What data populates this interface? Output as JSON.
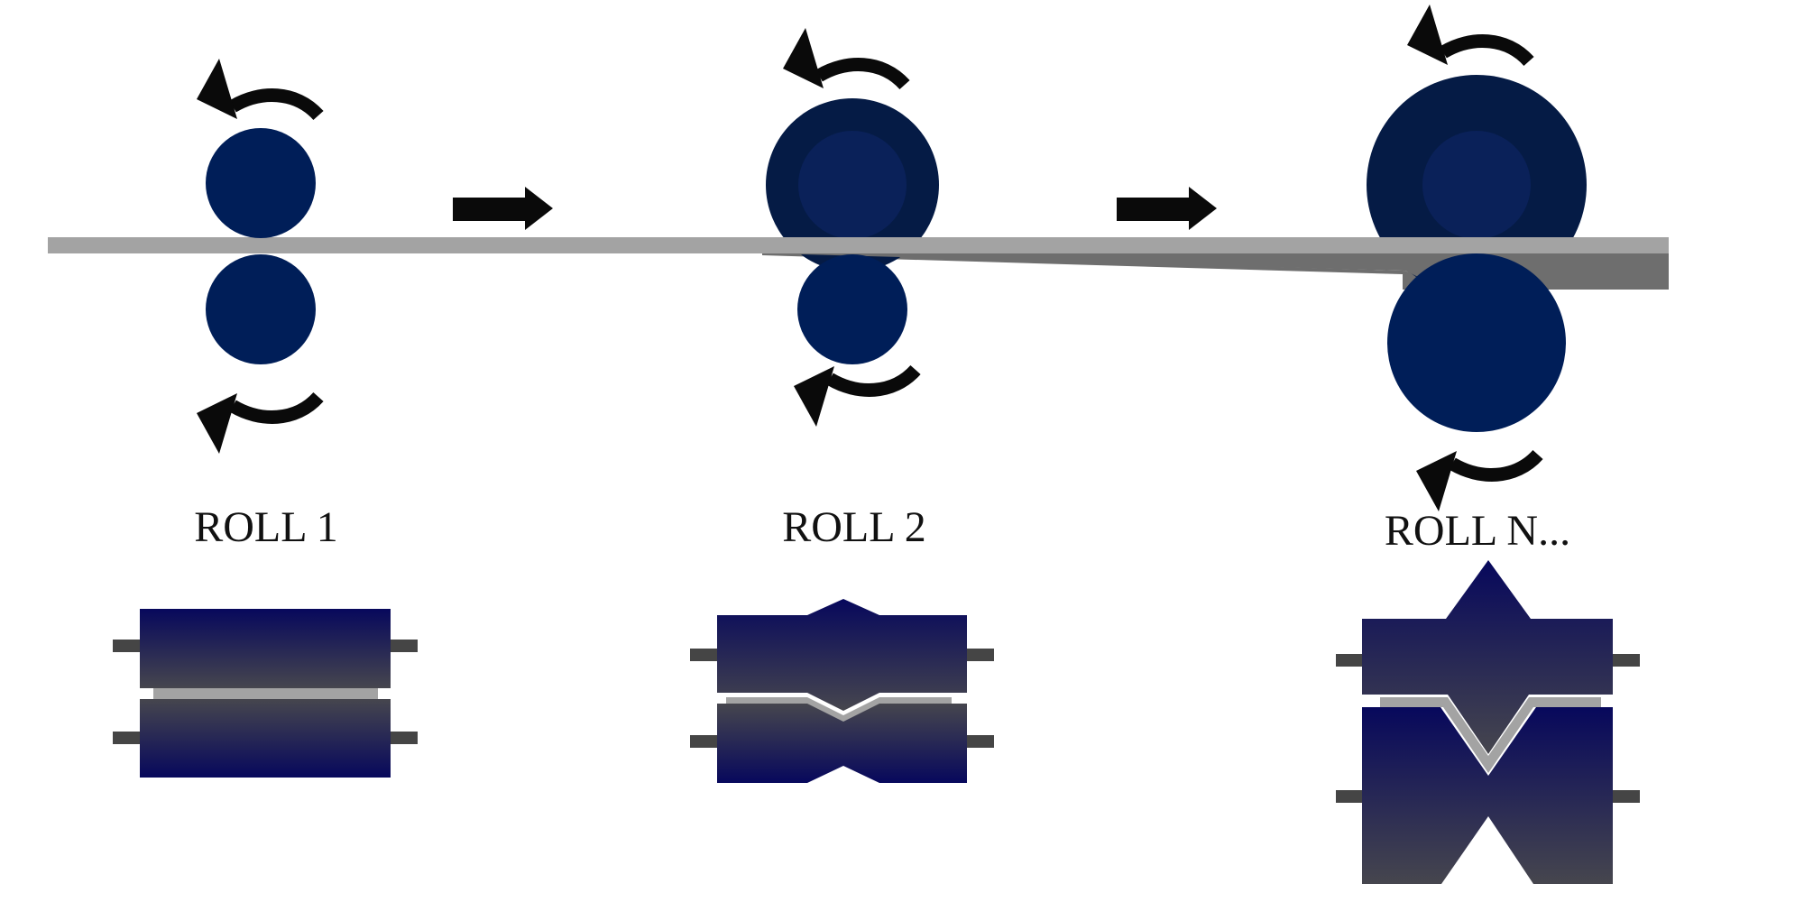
{
  "labels": {
    "roll_1": "ROLL 1",
    "roll_2": "ROLL 2",
    "roll_n": "ROLL N..."
  },
  "colors": {
    "roll_dark": "#051B45",
    "roll_inner": "#0A2159",
    "roll_main": "#001E58",
    "strip_light": "#A3A3A3",
    "strip_dark": "#6E6E6E",
    "arrow": "#0A0A0A",
    "axle": "#454545",
    "roll_gradient_top": "#07085C",
    "roll_gradient_bottom": "#46464E"
  },
  "icons": {
    "rotation": "curved-rotation-arrow-icon",
    "direction": "right-arrow-icon"
  }
}
